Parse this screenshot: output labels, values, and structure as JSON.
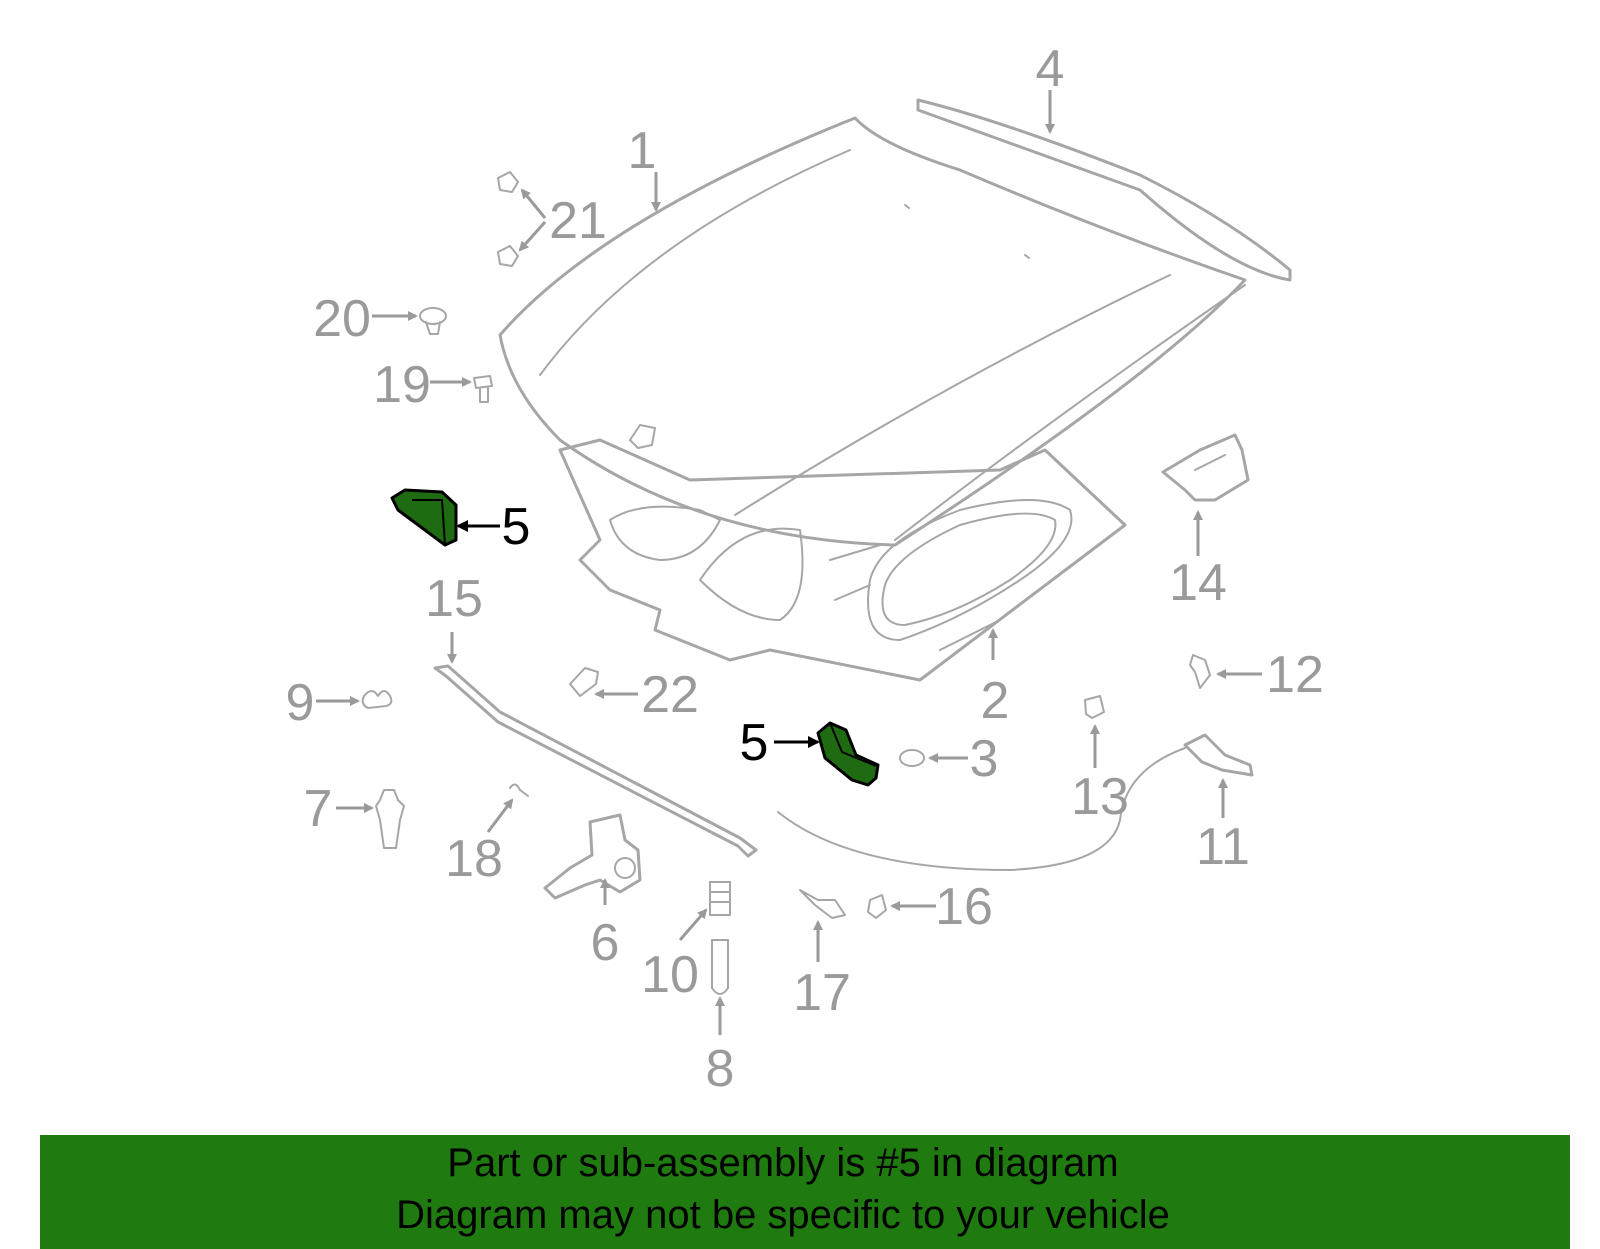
{
  "diagram": {
    "labels": [
      "1",
      "2",
      "3",
      "4",
      "5",
      "5",
      "6",
      "7",
      "8",
      "9",
      "10",
      "11",
      "12",
      "13",
      "14",
      "15",
      "16",
      "17",
      "18",
      "19",
      "20",
      "21",
      "22"
    ],
    "highlight_label": "5",
    "colors": {
      "part_line": "#a6a6a6",
      "label": "#9a9a9a",
      "highlight_fill": "#1f6b12",
      "highlight_label": "#000000",
      "banner": "#1f7a0f"
    }
  },
  "banner": {
    "line1": "Part or sub-assembly is #5 in diagram",
    "line2": "Diagram may not be specific to your vehicle"
  }
}
